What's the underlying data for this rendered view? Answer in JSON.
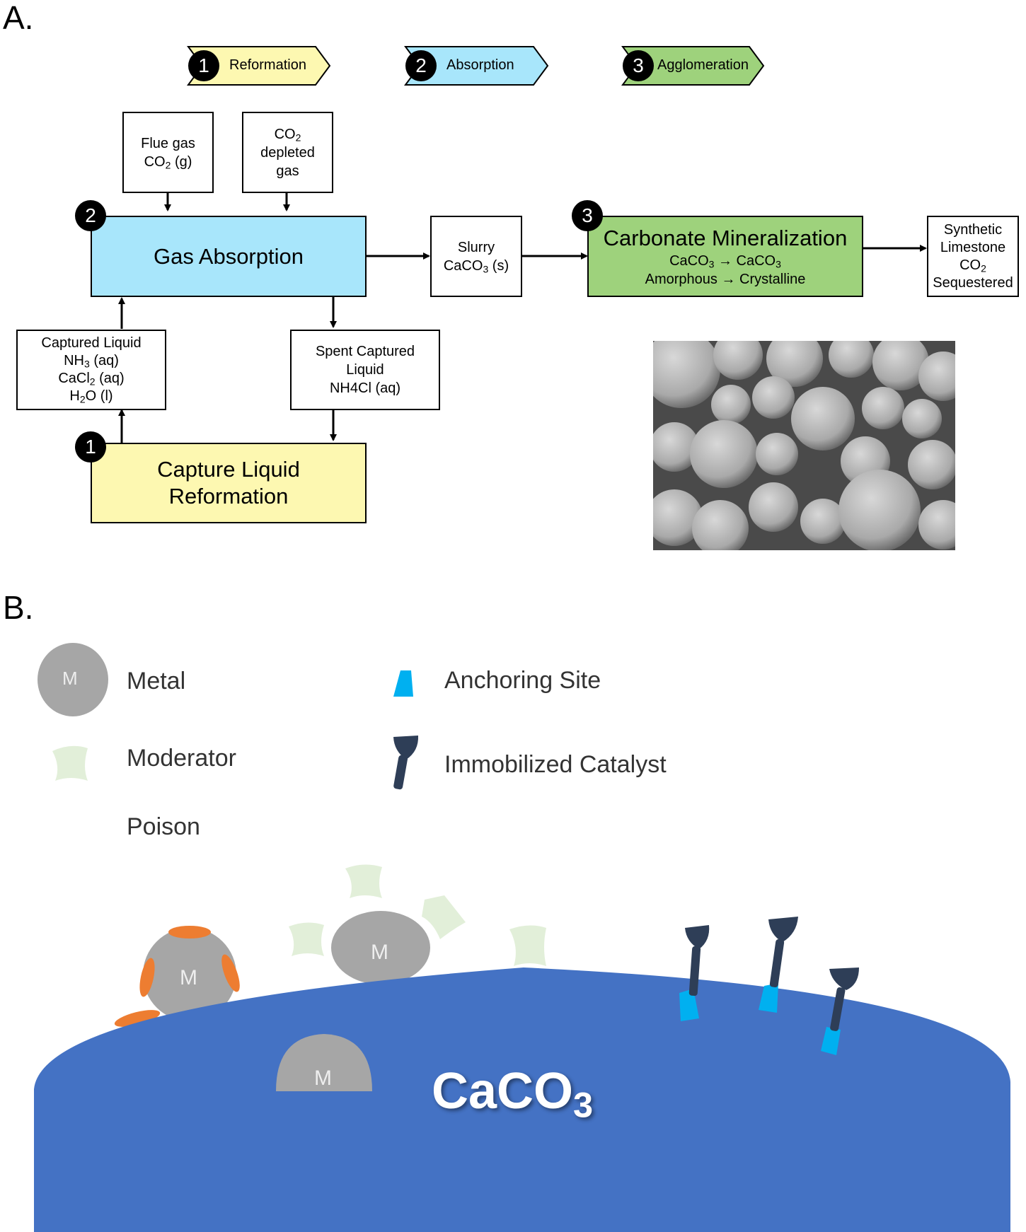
{
  "panelA": {
    "label": "A.",
    "stages": [
      {
        "num": "1",
        "name": "Reformation",
        "color": "#fdf8b1"
      },
      {
        "num": "2",
        "name": "Absorption",
        "color": "#a8e6fb"
      },
      {
        "num": "3",
        "name": "Agglomeration",
        "color": "#9ed27c"
      }
    ],
    "flue_gas": {
      "line1": "Flue gas",
      "line2_a": "CO",
      "line2_sub": "2",
      "line2_b": " (g)"
    },
    "depleted": {
      "line1_a": "CO",
      "line1_sub": "2",
      "line2": "depleted",
      "line3": "gas"
    },
    "gas_absorption": {
      "badge": "2",
      "label": "Gas Absorption"
    },
    "slurry": {
      "line1": "Slurry",
      "line2_a": "CaCO",
      "line2_sub": "3",
      "line2_b": " (s)"
    },
    "mineralization": {
      "badge": "3",
      "title": "Carbonate Mineralization",
      "line2_a": "CaCO",
      "line2_sub1": "3",
      "line2_b": " → CaCO",
      "line2_sub2": "3",
      "line3": "Amorphous → Crystalline"
    },
    "synthetic": {
      "line1": "Synthetic",
      "line2": "Limestone",
      "line3_a": "CO",
      "line3_sub": "2",
      "line4": "Sequestered"
    },
    "captured": {
      "line1": "Captured Liquid",
      "line2_a": "NH",
      "line2_sub": "3",
      "line2_b": " (aq)",
      "line3_a": "CaCl",
      "line3_sub": "2",
      "line3_b": " (aq)",
      "line4_a": "H",
      "line4_sub": "2",
      "line4_b": "O (l)"
    },
    "spent": {
      "line1": "Spent Captured",
      "line2": "Liquid",
      "line3": "NH4Cl (aq)"
    },
    "reformation": {
      "badge": "1",
      "line1": "Capture Liquid",
      "line2": "Reformation"
    }
  },
  "panelB": {
    "label": "B.",
    "legend": {
      "metal": "Metal",
      "metal_letter": "M",
      "moderator": "Moderator",
      "poison": "Poison",
      "anchoring": "Anchoring Site",
      "catalyst": "Immobilized  Catalyst"
    },
    "substrate": {
      "text_a": "CaCO",
      "text_sub": "3"
    },
    "colors": {
      "substrate": "#4472c4",
      "metal": "#a6a6a6",
      "moderator": "#e2efd9",
      "poison": "#ed7d31",
      "anchor": "#00b0f0",
      "catalyst": "#2e3e57"
    }
  }
}
